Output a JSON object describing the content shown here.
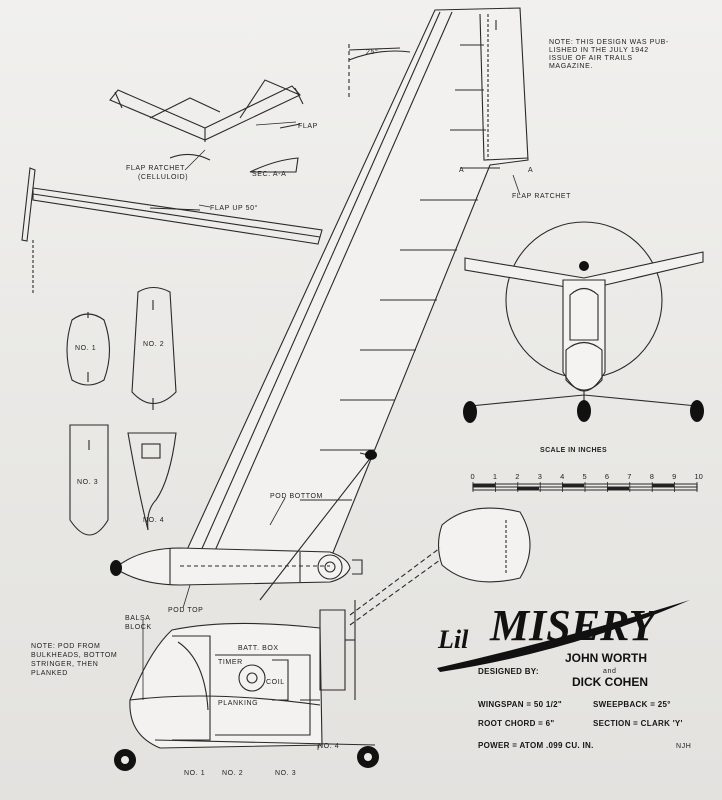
{
  "title": {
    "prefix": "Lil",
    "main": "MISERY"
  },
  "designed_by": {
    "label": "DESIGNED BY:",
    "name_1": "JOHN WORTH",
    "and": "and",
    "name_2": "DICK COHEN"
  },
  "specs": {
    "wingspan": "WINGSPAN = 50 1/2\"",
    "sweepback": "SWEEPBACK = 25°",
    "root_chord": "ROOT CHORD = 6\"",
    "section": "SECTION = CLARK 'Y'",
    "power": "POWER = ATOM .099 CU. IN."
  },
  "initials": "NJH",
  "note_top": [
    "NOTE: THIS DESIGN WAS PUB-",
    "LISHED IN THE JULY 1942",
    "ISSUE OF AIR TRAILS",
    "MAGAZINE."
  ],
  "note_pod": [
    "NOTE: POD FROM",
    "BULKHEADS, BOTTOM",
    "STRINGER, THEN",
    "PLANKED"
  ],
  "labels": {
    "flap": "FLAP",
    "flap_ratchet_top": "FLAP RATCHET",
    "celluloid": "(CELLULOID)",
    "sec_aa": "SEC. A-A",
    "flap_up": "FLAP UP 50°",
    "angle": "25°",
    "flap_ratchet_wing": "FLAP RATCHET",
    "section_a": "A",
    "pod_bottom": "POD BOTTOM",
    "pod_top": "POD TOP",
    "balsa_block": [
      "BALSA",
      "BLOCK"
    ],
    "batt_box": "BATT. BOX",
    "timer": "TIMER",
    "coil": "COIL",
    "planking": "PLANKING",
    "no1_bottom": "NO. 1",
    "no2_bottom": "NO. 2",
    "no3_bottom": "NO. 3",
    "no4_bottom": "NO. 4"
  },
  "bulkheads": [
    "NO. 1",
    "NO. 2",
    "NO. 3",
    "NO. 4"
  ],
  "scale": {
    "label": "SCALE IN INCHES",
    "ticks": [
      "0",
      "1",
      "2",
      "3",
      "4",
      "5",
      "6",
      "7",
      "8",
      "9",
      "10"
    ]
  }
}
